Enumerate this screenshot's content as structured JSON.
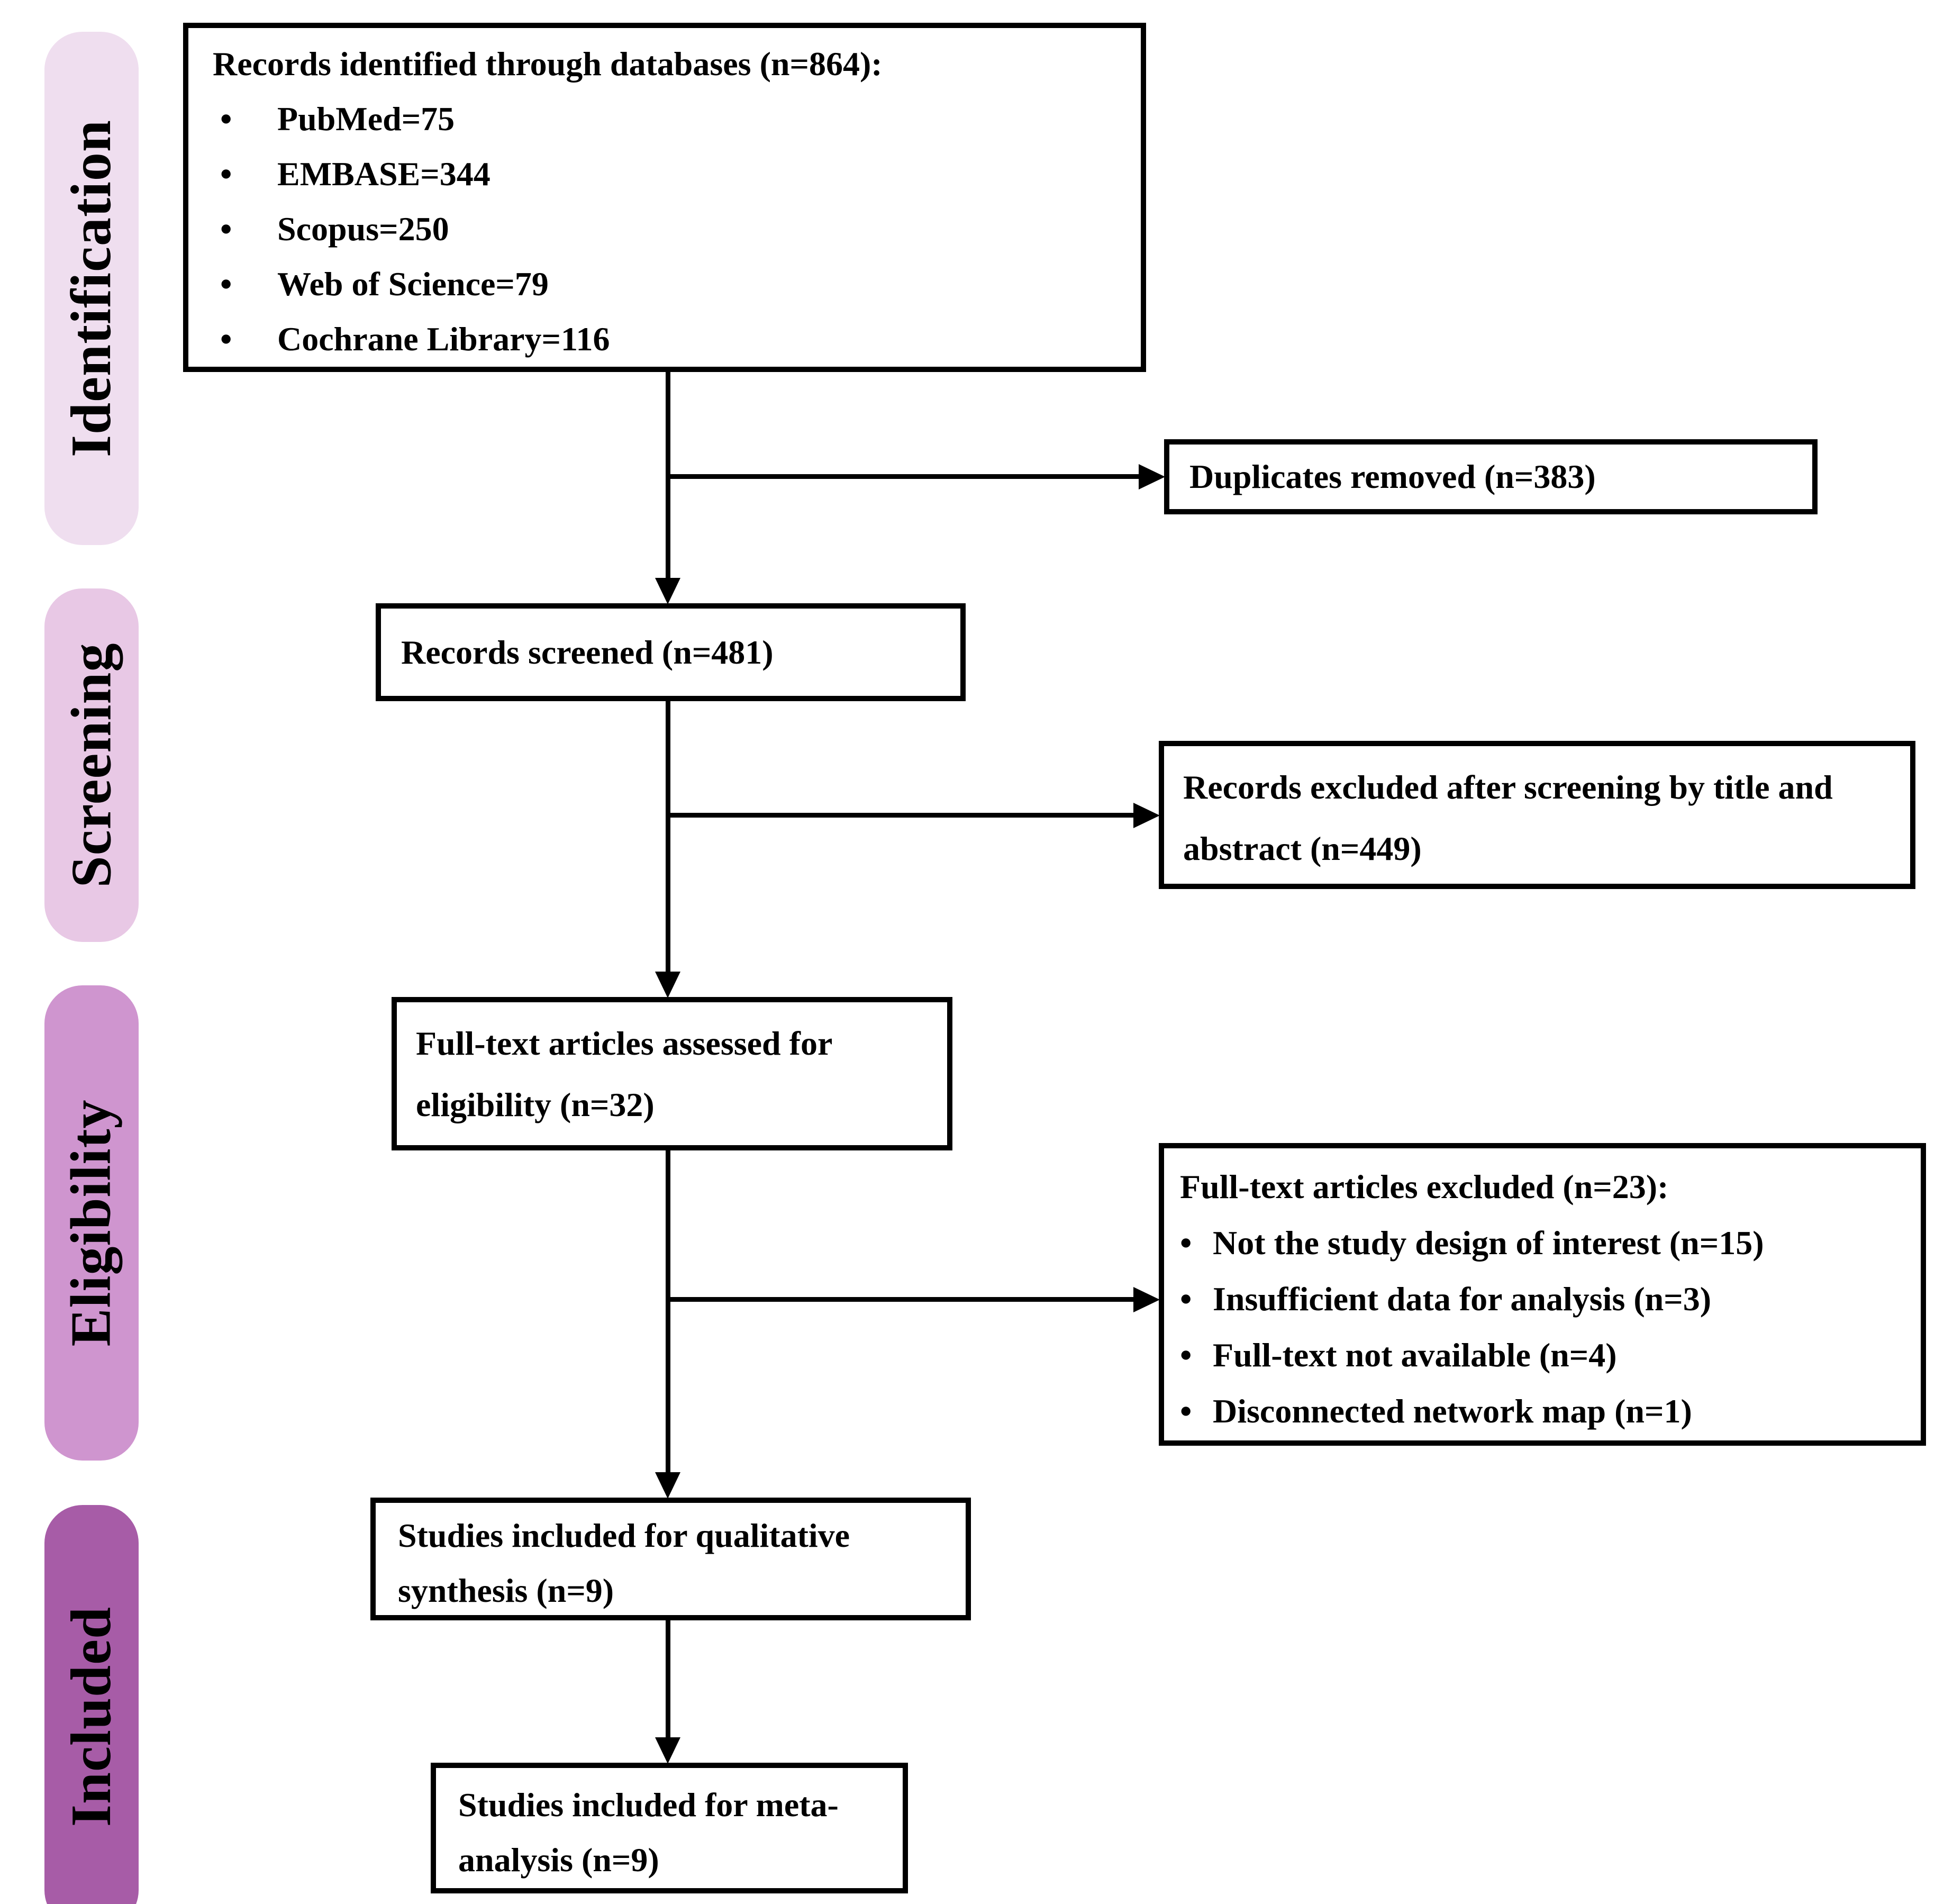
{
  "diagram": {
    "bullet": "•",
    "stages": [
      {
        "label": "Identification",
        "color": "#EFDEEF"
      },
      {
        "label": "Screening",
        "color": "#E8C8E5"
      },
      {
        "label": "Eligibility",
        "color": "#CF95CF"
      },
      {
        "label": "Included",
        "color": "#A75CA7"
      }
    ],
    "boxes": {
      "identified": {
        "title": "Records identified through databases (n=864):",
        "items": [
          "PubMed=75",
          "EMBASE=344",
          "Scopus=250",
          "Web of Science=79",
          "Cochrane Library=116"
        ]
      },
      "duplicates": {
        "text": "Duplicates removed (n=383)"
      },
      "screened": {
        "text": "Records screened (n=481)"
      },
      "excluded_screening": {
        "text": "Records excluded after screening by title and abstract (n=449)"
      },
      "fulltext_assessed": {
        "text": "Full-text articles assessed for eligibility (n=32)"
      },
      "fulltext_excluded": {
        "title": "Full-text articles excluded (n=23):",
        "items": [
          "Not the study design of interest (n=15)",
          "Insufficient data for analysis (n=3)",
          "Full-text not available (n=4)",
          "Disconnected network map (n=1)"
        ]
      },
      "qualitative": {
        "text": "Studies included for qualitative synthesis (n=9)"
      },
      "meta": {
        "text": "Studies included for meta-analysis (n=9)"
      }
    }
  }
}
